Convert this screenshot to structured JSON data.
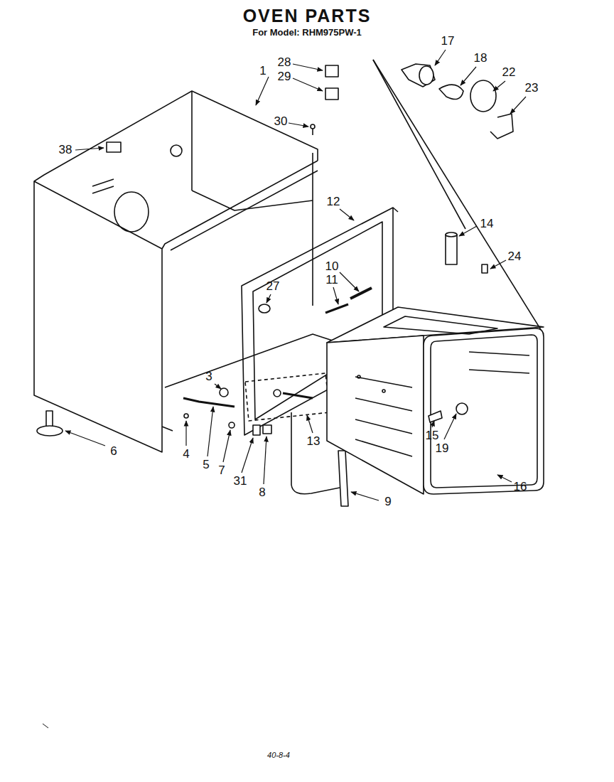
{
  "diagram": {
    "title": "OVEN PARTS",
    "labels": [
      "For Model: RHM975PW-1",
      "28",
      "29",
      "1",
      "30",
      "17",
      "18",
      "22",
      "23",
      "38",
      "12",
      "14",
      "24",
      "10",
      "11",
      "27",
      "3",
      "4",
      "5",
      "7",
      "31",
      "8",
      "13",
      "9",
      "15",
      "19",
      "16",
      "6",
      "40-8-4"
    ]
  }
}
